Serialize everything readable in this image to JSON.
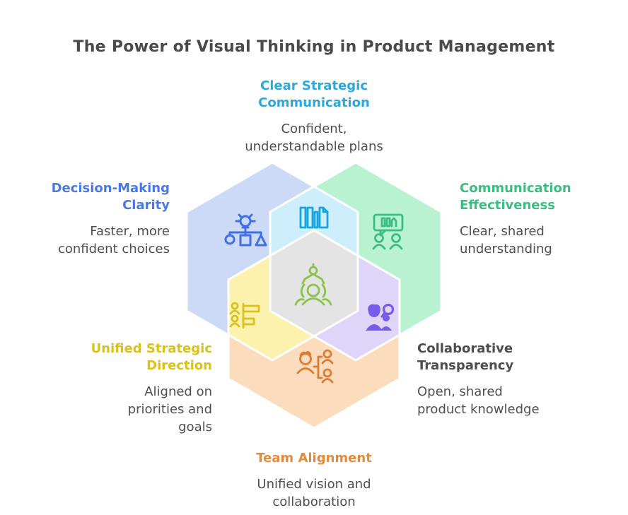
{
  "title": {
    "text": "The Power of Visual Thinking in Product Management",
    "color": "#4a4a4a"
  },
  "text_color": "#4f4f4f",
  "background_color": "#ffffff",
  "divider_color": "#ffffff",
  "center": {
    "name": "visual-thinking-core",
    "fill": "#e4e4e4",
    "icon": "facilitator-icon",
    "icon_color": "#8ac34a"
  },
  "sections": [
    {
      "name": "clear-strategic-communication",
      "heading": "Clear Strategic\nCommunication",
      "heading_color": "#29a9e0",
      "description": "Confident,\nunderstandable plans",
      "fill": "#cfeefb",
      "icon": "library-icon",
      "icon_color": "#18a4de"
    },
    {
      "name": "decision-making-clarity",
      "heading": "Decision-Making\nClarity",
      "heading_color": "#4b79e4",
      "description": "Faster, more\nconfident choices",
      "fill": "#ccdaf7",
      "icon": "idea-decision-icon",
      "icon_color": "#3f6fe4"
    },
    {
      "name": "communication-effectiveness",
      "heading": "Communication\nEffectiveness",
      "heading_color": "#3bbd80",
      "description": "Clear, shared\nunderstanding",
      "fill": "#b8f2d1",
      "icon": "discussion-icon",
      "icon_color": "#3bbd80"
    },
    {
      "name": "unified-strategic-direction",
      "heading": "Unified Strategic\nDirection",
      "heading_color": "#dcc11d",
      "description": "Aligned on\npriorities and\ngoals",
      "fill": "#fdf2ad",
      "icon": "priority-list-icon",
      "icon_color": "#dcc11d"
    },
    {
      "name": "collaborative-transparency",
      "heading": "Collaborative\nTransparency",
      "heading_color": "#4d4d4d",
      "description": "Open, shared\nproduct knowledge",
      "fill": "#ded5f8",
      "icon": "people-search-icon",
      "icon_color": "#7a5cec"
    },
    {
      "name": "team-alignment",
      "heading": "Team Alignment",
      "heading_color": "#e5893b",
      "description": "Unified vision and\ncollaboration",
      "fill": "#fbdcbd",
      "icon": "team-hierarchy-icon",
      "icon_color": "#de7b31"
    }
  ]
}
